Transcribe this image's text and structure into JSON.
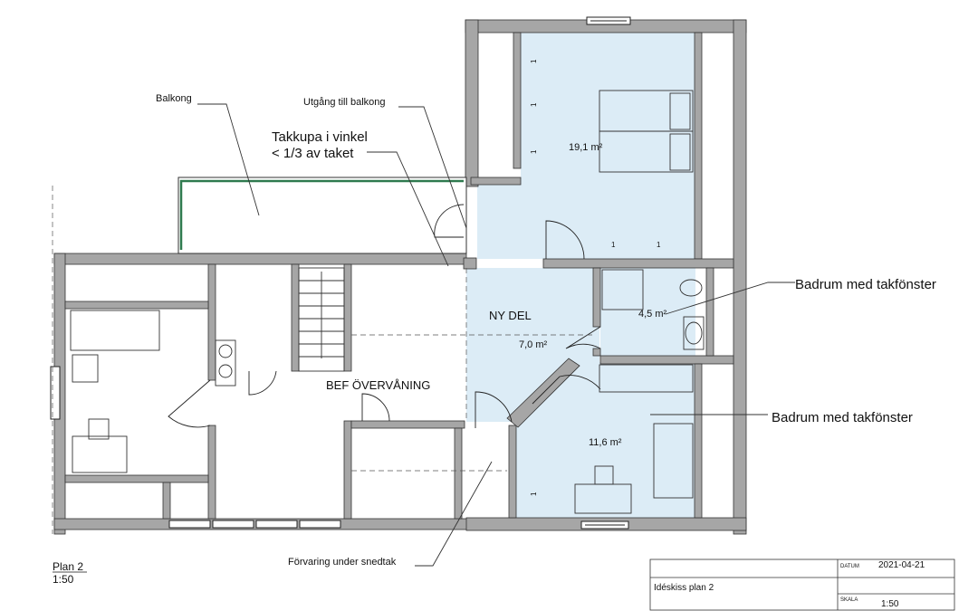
{
  "annotations": {
    "balkong": "Balkong",
    "utgang": "Utgång till balkong",
    "takkupa_line1": "Takkupa i vinkel",
    "takkupa_line2": "< 1/3 av taket",
    "badrum_upper": "Badrum med takfönster",
    "badrum_lower": "Badrum med takfönster",
    "forvaring": "Förvaring under snedtak"
  },
  "rooms": {
    "ny_del": "NY DEL",
    "bef_overvaning": "BEF ÖVERVÅNING",
    "area_bedroom": "19,1 m²",
    "area_bath": "4,5 m²",
    "area_hall": "7,0 m²",
    "area_room": "11,6 m²"
  },
  "markers": {
    "one": "1"
  },
  "plan_label": {
    "name": "Plan 2",
    "scale": "1:50"
  },
  "title_block": {
    "datum_label": "DATUM",
    "datum_value": "2021-04-21",
    "title": "Idéskiss plan 2",
    "skala_label": "SKALA",
    "skala_value": "1:50"
  },
  "colors": {
    "wall": "#a6a6a6",
    "new_area": "#dcecf6",
    "ink": "#111111",
    "balcony_rail": "#2f7a4f"
  }
}
